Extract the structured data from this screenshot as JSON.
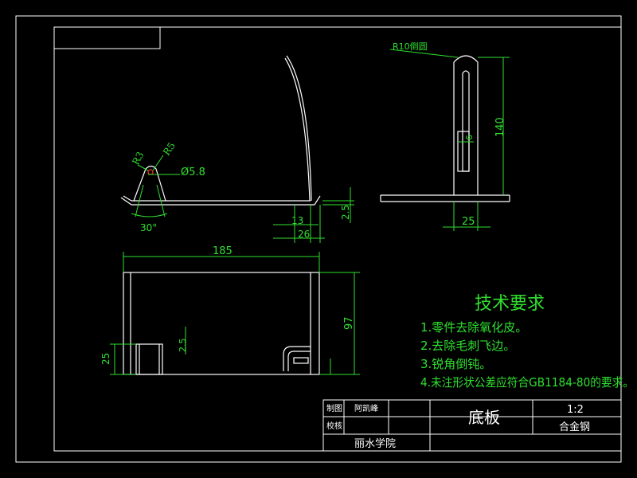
{
  "dimensions": {
    "r10": "R10倒圆",
    "h140": "140",
    "w6": "6",
    "w25_right": "25",
    "r3": "R3",
    "r5": "R5",
    "dia": "Ø5.8",
    "angle": "30°",
    "w13": "13",
    "w26": "26",
    "t25": "2.5",
    "w185": "185",
    "h97": "97",
    "w25_left": "25",
    "t25_bottom": "2.5"
  },
  "tech_requirements": {
    "title": "技术要求",
    "items": [
      "1.零件去除氧化皮。",
      "2.去除毛刺飞边。",
      "3.锐角倒钝。",
      "4.未注形状公差应符合GB1184-80的要求。"
    ]
  },
  "title_block": {
    "drawn_label": "制图",
    "drawn_name": "阿凯峰",
    "check_label": "校核",
    "part_name": "底板",
    "scale": "1:2",
    "material": "合金钢",
    "school": "丽水学院"
  },
  "colors": {
    "background": "#000000",
    "lines": "#ffffff",
    "dimensions": "#2fe02f",
    "accent": "#ff3030"
  }
}
